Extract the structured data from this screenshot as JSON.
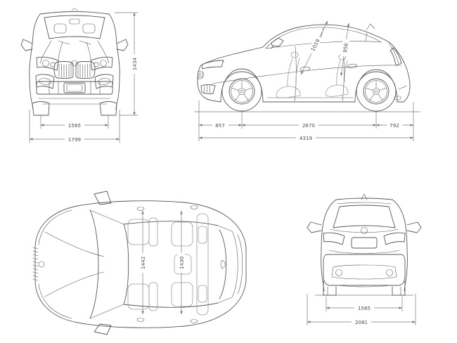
{
  "diagram": {
    "colors": {
      "line": "#585858",
      "dimension_line": "#7a7a7a",
      "seat_line": "#9c9c9c",
      "text": "#4d4d4d",
      "background": "#ffffff"
    },
    "views": {
      "front": {
        "track_width": "1565",
        "overall_width": "1799",
        "overall_height": "1434"
      },
      "side": {
        "front_overhang": "857",
        "wheelbase": "2670",
        "rear_overhang": "792",
        "overall_length": "4319",
        "front_headroom": "1019",
        "rear_headroom": "956"
      },
      "top": {
        "front_interior_width": "1442",
        "rear_interior_width": "1430"
      },
      "rear": {
        "track_width": "1565",
        "width_incl_mirrors": "2081"
      }
    }
  }
}
